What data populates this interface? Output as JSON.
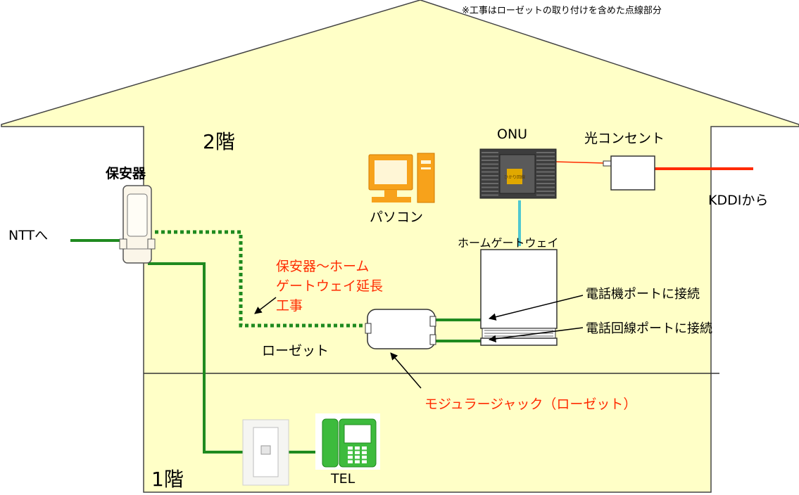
{
  "note": "※工事はローゼットの取り付けを含めた点線部分",
  "floor2": "2階",
  "floor1": "1階",
  "protector": "保安器",
  "ntt": "NTTへ",
  "onu": "ONU",
  "optical_outlet": "光コンセント",
  "kddi": "KDDIから",
  "pc": "パソコン",
  "home_gateway": "ホームゲートウェイ",
  "extension_work_lines": [
    "保安器～ホーム",
    "ゲートウェイ延長",
    "工事"
  ],
  "phone_port": "電話機ポートに接続",
  "line_port": "電話回線ポートに接続",
  "rosette": "ローゼット",
  "modular_jack": "モジュラージャック（ローゼット）",
  "tel": "TEL",
  "onu_panel_chars": "ひかり回線",
  "colors": {
    "house_fill": "#ffffc7",
    "house_stroke": "#333333",
    "green_line": "#1f8a1f",
    "red_line": "#ff2a00",
    "cyan_line": "#4fc8d0",
    "pc_orange": "#f7a21b",
    "phone_green": "#3dbb3d",
    "annotation_red": "#ff2a00"
  }
}
